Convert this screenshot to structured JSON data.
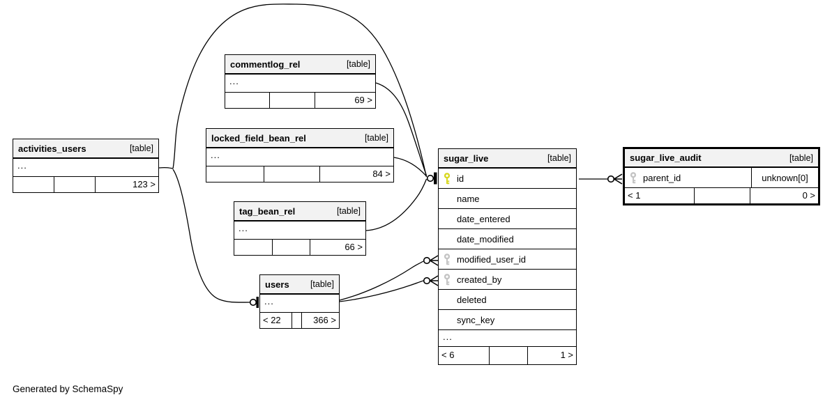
{
  "note": "Generated by SchemaSpy",
  "colors": {
    "header_bg": "#f2f2f2",
    "border": "#000000",
    "primary_key_icon": "#d8d820",
    "foreign_key_icon": "#c4c4c4"
  },
  "tables": [
    {
      "name": "activities_users",
      "badge": "[table]",
      "ellipsis": "...",
      "footer": [
        "",
        "",
        "123 >"
      ]
    },
    {
      "name": "commentlog_rel",
      "badge": "[table]",
      "ellipsis": "...",
      "footer": [
        "",
        "",
        "69 >"
      ]
    },
    {
      "name": "locked_field_bean_rel",
      "badge": "[table]",
      "ellipsis": "...",
      "footer": [
        "",
        "",
        "84 >"
      ]
    },
    {
      "name": "tag_bean_rel",
      "badge": "[table]",
      "ellipsis": "...",
      "footer": [
        "",
        "",
        "66 >"
      ]
    },
    {
      "name": "users",
      "badge": "[table]",
      "ellipsis": "...",
      "footer": [
        "< 22",
        "",
        "366 >"
      ]
    },
    {
      "name": "sugar_live",
      "badge": "[table]",
      "rows": [
        {
          "label": "id",
          "key": "yellow"
        },
        {
          "label": "name",
          "key": "none"
        },
        {
          "label": "date_entered",
          "key": "none"
        },
        {
          "label": "date_modified",
          "key": "none"
        },
        {
          "label": "modified_user_id",
          "key": "gray"
        },
        {
          "label": "created_by",
          "key": "gray"
        },
        {
          "label": "deleted",
          "key": "none"
        },
        {
          "label": "sync_key",
          "key": "none"
        }
      ],
      "ellipsis": "...",
      "footer": [
        "< 6",
        "",
        "1 >"
      ]
    },
    {
      "name": "sugar_live_audit",
      "badge": "[table]",
      "rows": [
        {
          "label": "parent_id",
          "key": "gray",
          "type": "unknown[0]"
        }
      ],
      "footer": [
        "< 1",
        "",
        "0 >"
      ]
    }
  ]
}
